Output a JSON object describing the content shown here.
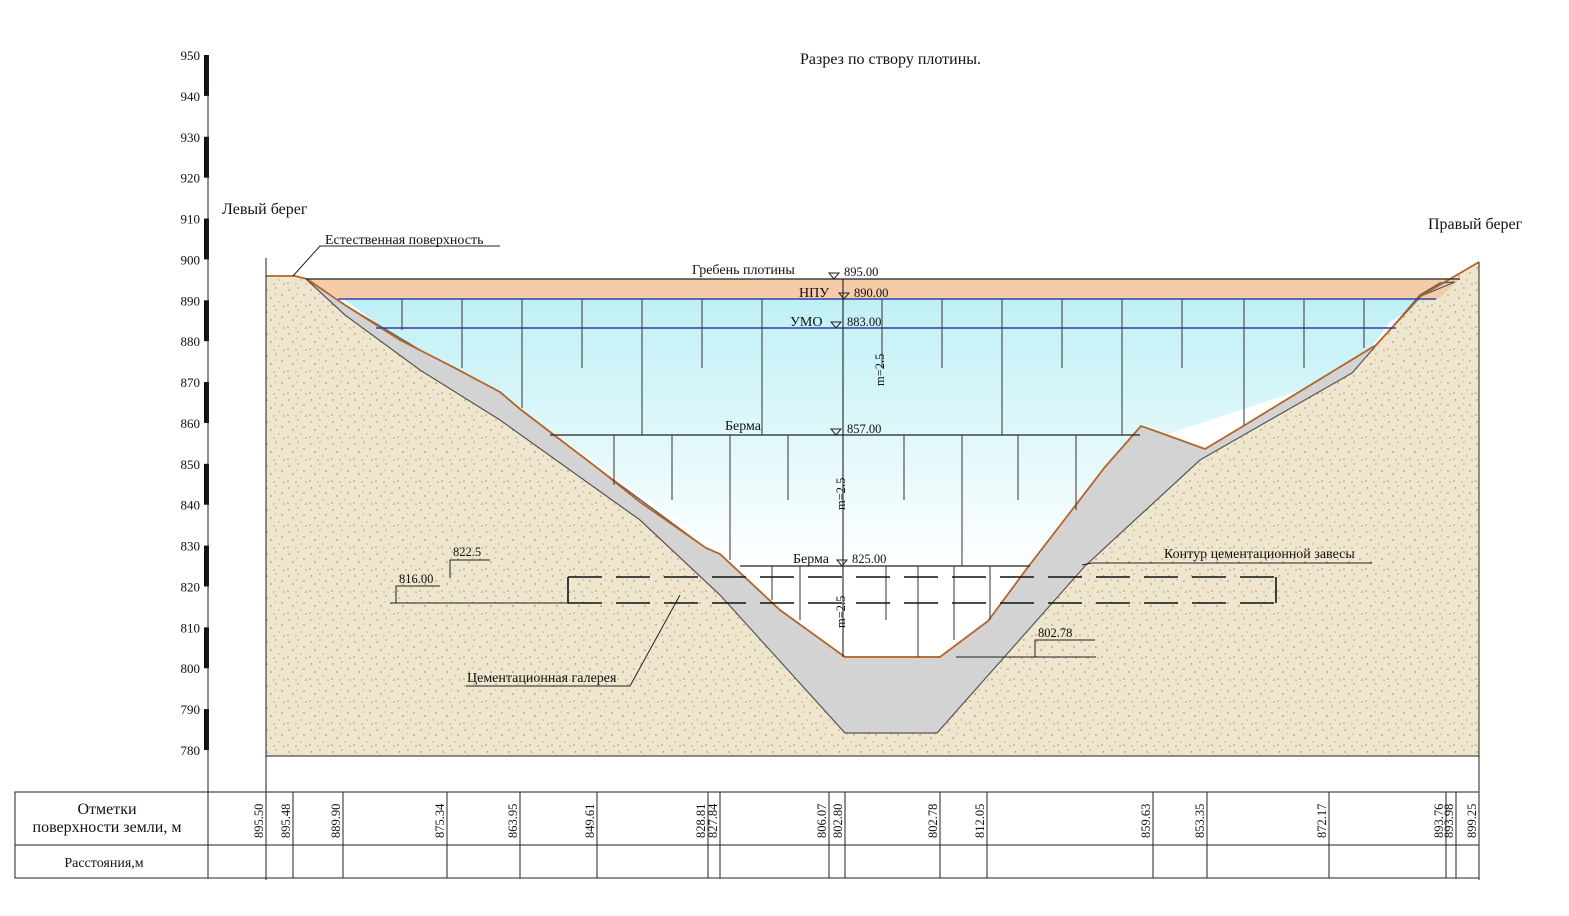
{
  "title": "Разрез по створу плотины.",
  "banks": {
    "left": "Левый берег",
    "right": "Правый берег"
  },
  "y_axis": {
    "ticks": [
      "950",
      "940",
      "930",
      "920",
      "910",
      "900",
      "890",
      "880",
      "870",
      "860",
      "850",
      "840",
      "830",
      "820",
      "810",
      "800",
      "790",
      "780"
    ]
  },
  "labels": {
    "natural_surface": "Естественная поверхность",
    "crest": "Гребень плотины",
    "crest_elev": "895.00",
    "npu": "НПУ",
    "npu_elev": "890.00",
    "umo": "УМО",
    "umo_elev": "883.00",
    "berm_upper": "Берма",
    "berm_upper_elev": "857.00",
    "berm_lower": "Берма",
    "berm_lower_elev": "825.00",
    "slope_1": "m=2.5",
    "slope_2": "m=2.5",
    "slope_3": "m=2.5",
    "curtain_contour": "Контур цементационной завесы",
    "grout_gallery": "Цементационная галерея",
    "mark_8225": "822.5",
    "mark_81600": "816.00",
    "mark_80278": "802.78"
  },
  "table": {
    "row1_header": [
      "Отметки",
      "поверхности земли, м"
    ],
    "row2_header": "Расстояния,м",
    "elevations": [
      "895.50",
      "895.48",
      "889.90",
      "875.34",
      "863.95",
      "849.61",
      "828.81",
      "827.84",
      "806.07",
      "802.80",
      "802.78",
      "812.05",
      "859.63",
      "853.35",
      "872.17",
      "893.76",
      "893.98",
      "899.25"
    ]
  },
  "colors": {
    "soil": "#e8dcc0",
    "water_top": "#c7f3f7",
    "crest_band": "#f5c8a2",
    "dam_core": "#d3d3d3",
    "ground_line": "#b5652a",
    "water_level_line": "#3a3aa8"
  }
}
